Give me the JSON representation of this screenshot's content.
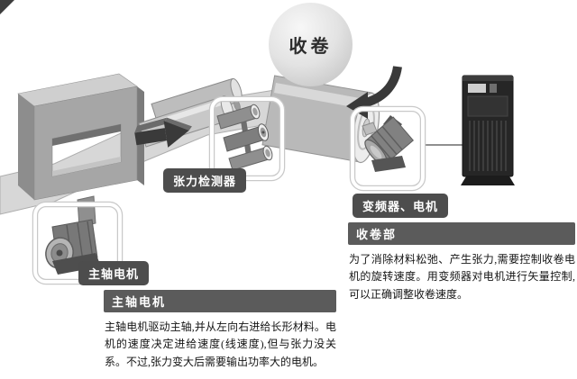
{
  "bubble": {
    "label": "收卷"
  },
  "callouts": {
    "tension_detector": "张力检测器",
    "inverter_motor": "变频器、电机",
    "spindle_motor": "主轴电机"
  },
  "sections": {
    "winding": {
      "title": "收卷部",
      "body": "为了消除材料松弛、产生张力,需要控制收卷电机的旋转速度。用变频器对电机进行矢量控制,可以正确调整收卷速度。"
    },
    "spindle": {
      "title": "主轴电机",
      "body": "主轴电机驱动主轴,并从左向右进给长形材料。电机的速度决定进给速度(线速度),但与张力没关系。不过,张力变大后需要输出功率大的电机。"
    }
  },
  "colors": {
    "tag_background": "#4d4d4d",
    "section_header_background": "#5b5b5b",
    "arrow": "#3a3a3a"
  }
}
